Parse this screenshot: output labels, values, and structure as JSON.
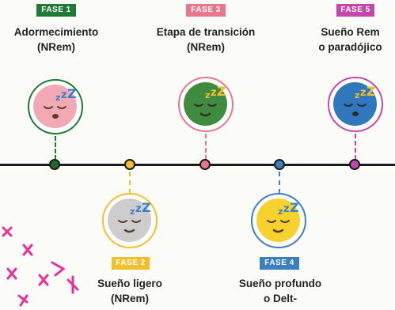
{
  "phases": [
    {
      "badge": "FASE 1",
      "title_line1": "Adormecimiento",
      "title_line2": "(NRem)",
      "color": "#1f7a35",
      "face": "#f2a9b3",
      "dot": "#1f6b2a"
    },
    {
      "badge": "FASE 2",
      "title_line1": "Sueño ligero",
      "title_line2": "(NRem)",
      "color": "#f2c02f",
      "face": "#cdcdcd",
      "dot": "#f2c02f"
    },
    {
      "badge": "FASE 3",
      "title_line1": "Etapa de transición",
      "title_line2": "(NRem)",
      "color": "#e8778d",
      "face": "#3f8b3f",
      "dot": "#e8778d"
    },
    {
      "badge": "FASE 4",
      "title_line1": "Sueño profundo",
      "title_line2": "o Delt-",
      "color": "#3c7fc1",
      "face": "#f7d12e",
      "dot": "#3c7fc1"
    },
    {
      "badge": "FASE 5",
      "title_line1": "Sueño Rem",
      "title_line2": "o paradójico",
      "color": "#c447a9",
      "face": "#2f78be",
      "dot": "#c447a9"
    }
  ],
  "icons": {
    "sleep": "sleeping-face-icon",
    "zzz": "zzz-icon"
  },
  "colors": {
    "line": "#1b1b1b",
    "text": "#222222",
    "decoration": "#e8309a"
  }
}
